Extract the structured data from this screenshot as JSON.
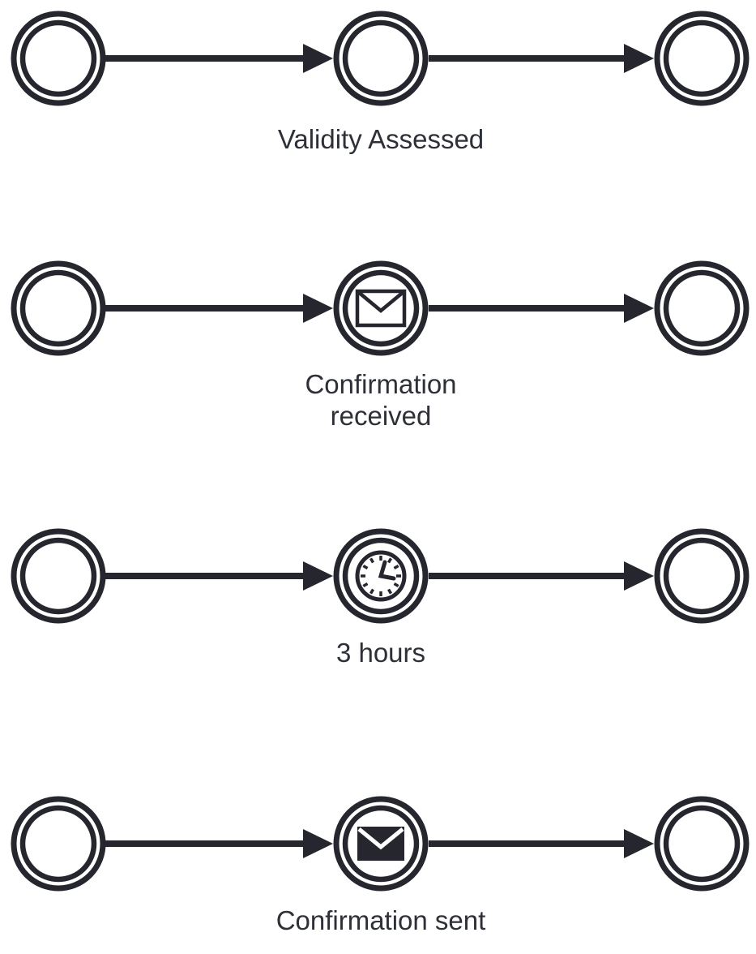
{
  "diagram": {
    "background": "#ffffff",
    "ink_color": "#26272e",
    "label_color": "#2e3038",
    "rows": [
      {
        "event": "intermediate-event-plain",
        "icon": "none",
        "label": "Validity Assessed"
      },
      {
        "event": "message-catch-event",
        "icon": "envelope-outline-icon",
        "label": "Confirmation received"
      },
      {
        "event": "timer-event",
        "icon": "clock-icon",
        "label": "3 hours"
      },
      {
        "event": "message-throw-event",
        "icon": "envelope-filled-icon",
        "label": "Confirmation sent"
      }
    ]
  }
}
